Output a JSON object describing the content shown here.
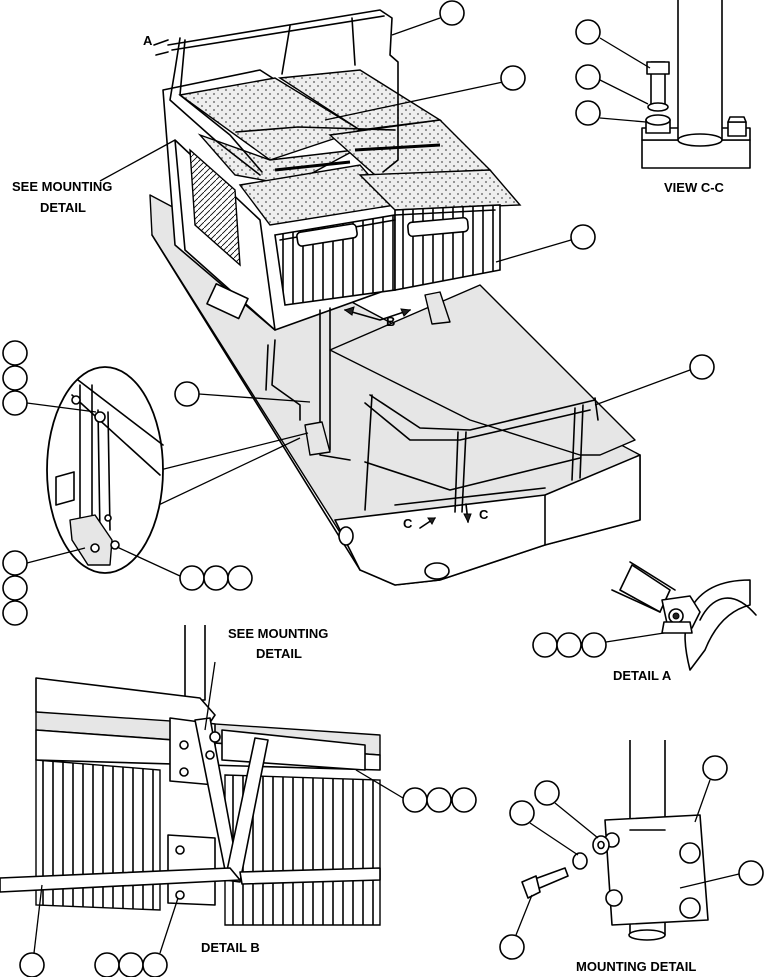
{
  "labels": {
    "see_mounting_detail_top_l1": "SEE MOUNTING",
    "see_mounting_detail_top_l2": "DETAIL",
    "see_mounting_detail_bottom_l1": "SEE MOUNTING",
    "see_mounting_detail_bottom_l2": "DETAIL",
    "view_cc": "VIEW C-C",
    "detail_a": "DETAIL A",
    "detail_b": "DETAIL B",
    "mounting_detail": "MOUNTING DETAIL",
    "view_a": "A",
    "view_b": "B",
    "view_c_left": "C",
    "view_c_right": "C"
  }
}
